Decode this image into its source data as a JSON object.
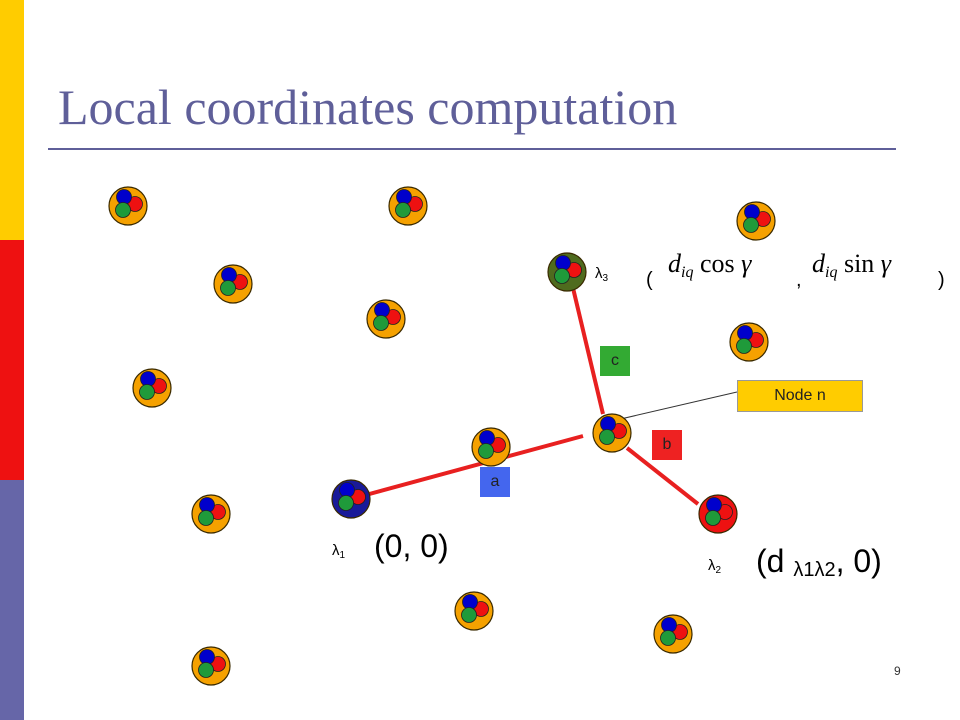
{
  "title": "Local coordinates computation",
  "colors": {
    "node_fill": "#f5a100",
    "node_stroke": "#3a2a00",
    "red": "#ee1111",
    "blue": "#0000cc",
    "green": "#1f9a3a",
    "edge": "#e82020",
    "title": "#5f5f99"
  },
  "anchors": {
    "lambda1": {
      "symbol": "λ",
      "sub": "1",
      "coord_open": "(0, 0)"
    },
    "lambda2": {
      "symbol": "λ",
      "sub": "2",
      "coord_prefix": "(d ",
      "coord_sub": "λ1λ2",
      "coord_suffix": ", 0)"
    },
    "lambda3": {
      "symbol": "λ",
      "sub": "3",
      "paren_open": "(",
      "comma": ",",
      "paren_close": ")",
      "formula1": {
        "d": "d",
        "sub": "iq",
        "fn": "cos",
        "angle": "γ"
      },
      "formula2": {
        "d": "d",
        "sub": "iq",
        "fn": "sin",
        "angle": "γ"
      }
    }
  },
  "edge_labels": {
    "a": "a",
    "b": "b",
    "c": "c"
  },
  "callout": "Node n",
  "page_number": "9"
}
